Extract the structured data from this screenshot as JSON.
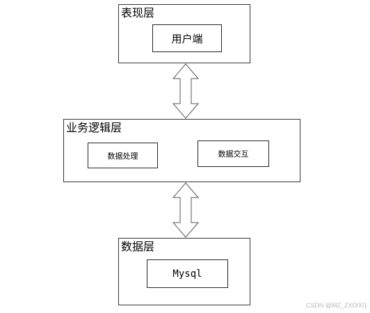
{
  "layers": {
    "presentation": {
      "title": "表现层",
      "boxes": [
        "用户端"
      ]
    },
    "business": {
      "title": "业务逻辑层",
      "boxes": [
        "数据处理",
        "数据交互"
      ]
    },
    "data": {
      "title": "数据层",
      "boxes": [
        "Mysql"
      ]
    }
  },
  "watermark": "CSDN @MZ_ZXD001"
}
